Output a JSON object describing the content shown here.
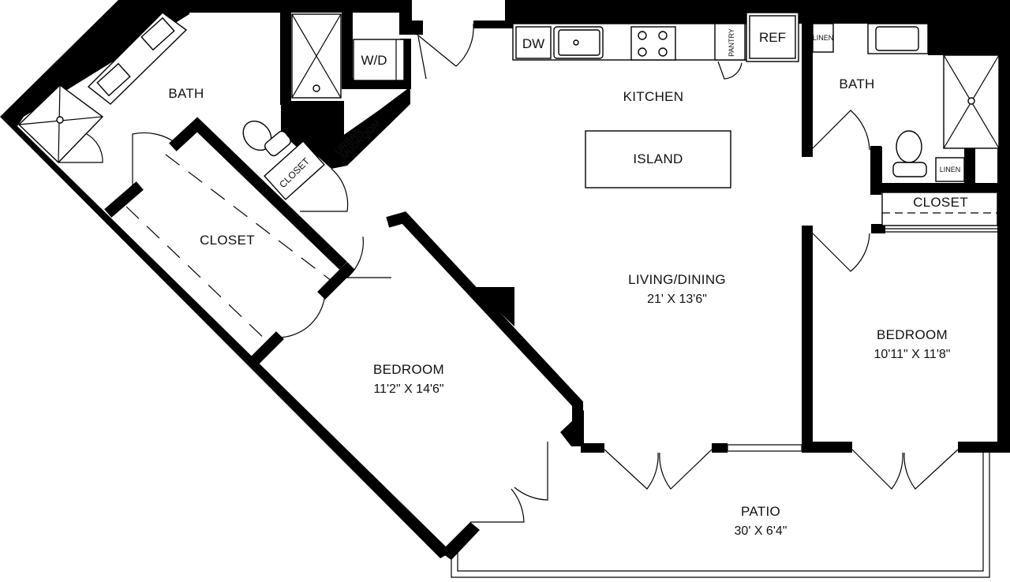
{
  "rooms": {
    "bath_left": "BATH",
    "closet_walkin": "CLOSET",
    "closet_small": "CLOSET",
    "urban_mudroom_line1": "URBAN",
    "urban_mudroom_line2": "MUDROOM",
    "washer_dryer": "W/D",
    "kitchen": "KITCHEN",
    "island": "ISLAND",
    "dishwasher": "DW",
    "pantry": "PANTRY",
    "refrigerator": "REF",
    "linen_top": "LINEN",
    "linen_bottom": "LINEN",
    "bath_right": "BATH",
    "closet_right": "CLOSET",
    "living_dining": "LIVING/DINING",
    "living_dining_dim": "21' X 13'6\"",
    "bedroom_left": "BEDROOM",
    "bedroom_left_dim": "11'2\" X 14'6\"",
    "bedroom_right": "BEDROOM",
    "bedroom_right_dim": "10'11\" X 11'8\"",
    "patio": "PATIO",
    "patio_dim": "30' X 6'4\""
  }
}
